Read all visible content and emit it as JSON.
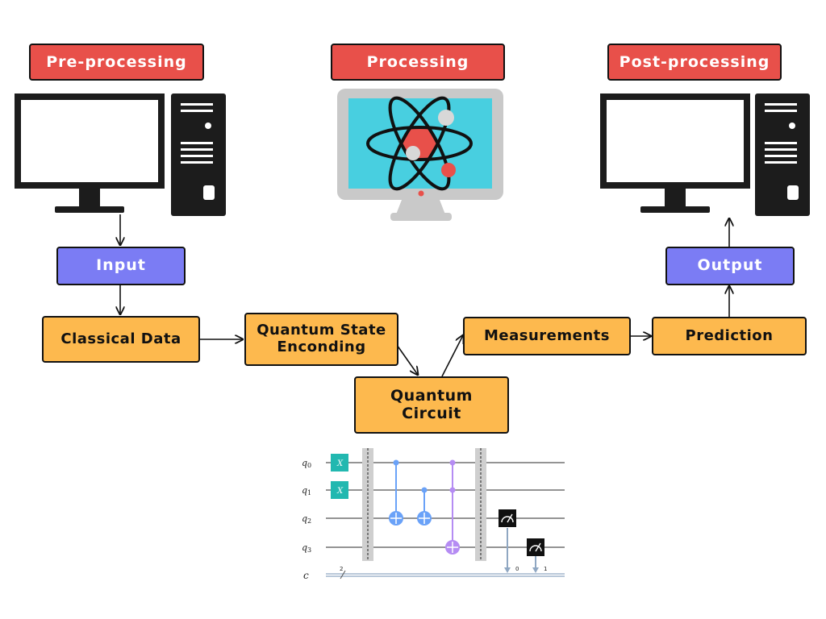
{
  "headers": {
    "pre": "Pre-processing",
    "processing": "Processing",
    "post": "Post-processing"
  },
  "nodes": {
    "input": "Input",
    "classical_data": "Classical Data",
    "state_encoding_line1": "Quantum State",
    "state_encoding_line2": "Enconding",
    "circuit_line1": "Quantum",
    "circuit_line2": "Circuit",
    "measurements": "Measurements",
    "prediction": "Prediction",
    "output": "Output"
  },
  "circuit": {
    "qubits": [
      {
        "name": "q",
        "sub": "0"
      },
      {
        "name": "q",
        "sub": "1"
      },
      {
        "name": "q",
        "sub": "2"
      },
      {
        "name": "q",
        "sub": "3"
      }
    ],
    "classical": "c",
    "classical_width": "2",
    "x_gate": "X",
    "measure_bits": [
      "0",
      "1"
    ]
  },
  "colors": {
    "header_red": "#e8504a",
    "node_orange": "#fdb94e",
    "node_purple": "#7b7cf4",
    "x_gate": "#22b8b0",
    "cnot_blue": "#6aa2f8",
    "toffoli_purple": "#b58cf3",
    "atom_screen": "#48cfe0"
  },
  "icons": [
    "computer-icon",
    "quantum-computer-icon",
    "computer-icon"
  ]
}
